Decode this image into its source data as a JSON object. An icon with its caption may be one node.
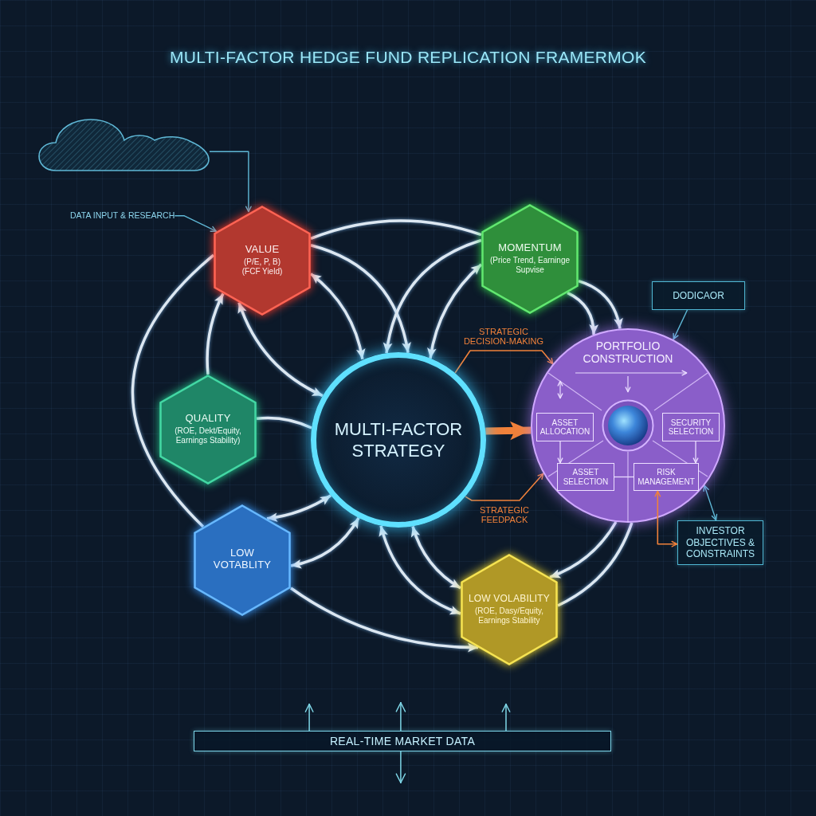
{
  "diagram": {
    "title": "MULTI-FACTOR HEDGE FUND REPLICATION FRAMERMOK",
    "nodes": [
      {
        "text": [],
        "shape": "cloud"
      },
      {
        "text": [
          "DATA INPUT & RESEARCH"
        ]
      },
      {
        "text": [
          "VALUE",
          "(P/E, P, B)",
          "(FCF Yield)"
        ]
      },
      {
        "text": [
          "MOMENTUM",
          "(Price Trend, Earninge Supvise"
        ]
      },
      {
        "text": [
          "MULTI-FACTOR STRATEGY"
        ]
      },
      {
        "text": [
          "QUALITY",
          "(ROE, Dekt/Equity, Earnings Stability)"
        ]
      },
      {
        "text": [
          "LOW VOTABLITY"
        ]
      },
      {
        "text": [
          "PORTFOLIO CONSTRUCTION"
        ]
      },
      {
        "text": [
          "ASSET ALLOCATION"
        ],
        "in": 7
      },
      {
        "text": [],
        "shape": "circle",
        "in": 7
      },
      {
        "text": [
          "SECURITY SELECTION"
        ],
        "in": 7
      },
      {
        "text": [
          "ASSET SELECTION"
        ],
        "in": 7
      },
      {
        "text": [
          "RISK MANAGEMENT"
        ],
        "in": 7
      },
      {
        "text": [
          "DODICAOR"
        ]
      },
      {
        "text": [
          "INVESTOR OBJECTIVES & CONSTRAINTS"
        ]
      },
      {
        "text": [
          "LOW VOLABILITY",
          "(ROE, Dasy/Equity, Earnings Stability"
        ]
      },
      {
        "text": [
          "REAL-TIME MARKET DATA"
        ]
      }
    ],
    "edges": [
      {
        "from": 0,
        "to": 2,
        "arrow": "to",
        "color": "#5fb8d6"
      },
      {
        "from": 1,
        "to": 2,
        "arrow": "to",
        "color": "#5fb8d6"
      },
      {
        "from": 2,
        "to": 3,
        "arrow": "none"
      },
      {
        "from": 2,
        "to": 4,
        "arrow": "to"
      },
      {
        "from": 3,
        "to": 4,
        "arrow": "to"
      },
      {
        "from": 4,
        "to": 2,
        "arrow": "both"
      },
      {
        "from": 4,
        "to": 3,
        "arrow": "both"
      },
      {
        "from": 3,
        "to": 7,
        "arrow": "to"
      },
      {
        "from": 3,
        "to": 7,
        "arrow": "to"
      },
      {
        "from": 5,
        "to": 2,
        "arrow": "to"
      },
      {
        "from": 4,
        "to": 2,
        "arrow": "both"
      },
      {
        "from": 5,
        "to": 4,
        "arrow": "none"
      },
      {
        "from": 6,
        "to": 4,
        "arrow": "both"
      },
      {
        "from": 6,
        "to": 4,
        "arrow": "both"
      },
      {
        "from": 4,
        "to": 15,
        "arrow": "both"
      },
      {
        "from": 4,
        "to": 15,
        "arrow": "both"
      },
      {
        "from": 6,
        "to": 15,
        "arrow": "to"
      },
      {
        "from": 7,
        "to": 15,
        "arrow": "to"
      },
      {
        "from": 7,
        "to": 15,
        "arrow": "none"
      },
      {
        "from": 2,
        "to": 6,
        "arrow": "none"
      },
      {
        "from": 4,
        "to": 7,
        "arrow": "to",
        "style": "thick",
        "color": "#f0813a"
      },
      {
        "from": 4,
        "to": 7,
        "arrow": "to",
        "label": "STRATEGIC DECISION-MAKING",
        "color": "#f0813a"
      },
      {
        "from": 4,
        "to": 7,
        "arrow": "to",
        "label": "STRATEGIC FEEDPACK",
        "color": "#f0813a"
      },
      {
        "from": 13,
        "to": 7,
        "arrow": "to",
        "color": "#5fb8d6"
      },
      {
        "from": 7,
        "to": 14,
        "arrow": "both",
        "color": "#5fb8d6"
      },
      {
        "from": 12,
        "to": 14,
        "arrow": "both",
        "color": "#f0813a"
      },
      {
        "from": 8,
        "to": 11,
        "arrow": "to",
        "color": "#eadcff"
      },
      {
        "from": 10,
        "to": 12,
        "arrow": "to",
        "color": "#eadcff"
      },
      {
        "from": 11,
        "to": 12,
        "arrow": "none",
        "color": "#eadcff"
      },
      {
        "from": 16,
        "to": null,
        "arrow": "to",
        "color": "#7fd8e8"
      },
      {
        "from": 16,
        "to": null,
        "arrow": "to",
        "color": "#7fd8e8"
      },
      {
        "from": 16,
        "to": null,
        "arrow": "to",
        "color": "#7fd8e8"
      },
      {
        "from": 16,
        "to": null,
        "arrow": "to",
        "color": "#7fd8e8"
      }
    ]
  }
}
